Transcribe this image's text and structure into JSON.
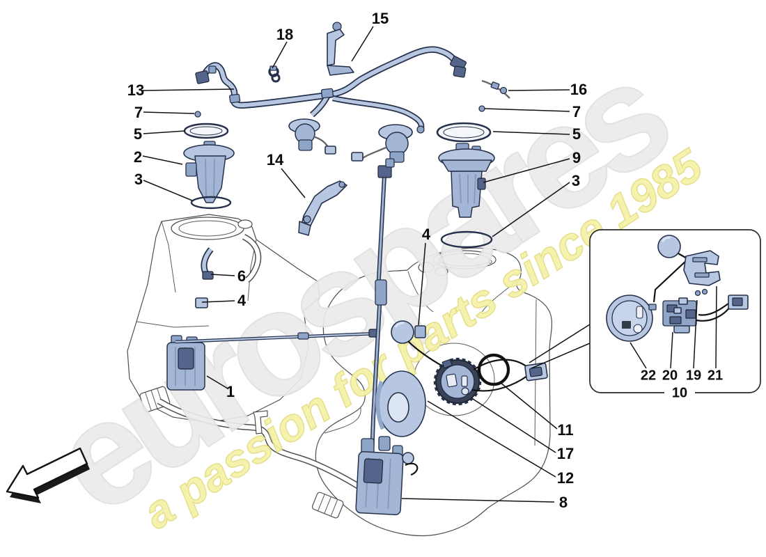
{
  "watermark": {
    "brand": "eurospares",
    "tagline": "a passion for parts since 1985",
    "brand_color": "#ebebeb",
    "tagline_color": "#f5f1a8"
  },
  "colors": {
    "part_fill": "#b7c7e2",
    "part_outline": "#25304a",
    "leader_line": "#111111",
    "inset_border": "#2a2a2a"
  },
  "callouts": [
    {
      "label": "13"
    },
    {
      "label": "7"
    },
    {
      "label": "5"
    },
    {
      "label": "2"
    },
    {
      "label": "3"
    },
    {
      "label": "18"
    },
    {
      "label": "15"
    },
    {
      "label": "14"
    },
    {
      "label": "6"
    },
    {
      "label": "4"
    },
    {
      "label": "1"
    },
    {
      "label": "4"
    },
    {
      "label": "16"
    },
    {
      "label": "7"
    },
    {
      "label": "5"
    },
    {
      "label": "9"
    },
    {
      "label": "3"
    },
    {
      "label": "11"
    },
    {
      "label": "17"
    },
    {
      "label": "12"
    },
    {
      "label": "8"
    }
  ],
  "inset": {
    "labels": [
      {
        "label": "22"
      },
      {
        "label": "20"
      },
      {
        "label": "19"
      },
      {
        "label": "21"
      }
    ],
    "caption": "10"
  }
}
